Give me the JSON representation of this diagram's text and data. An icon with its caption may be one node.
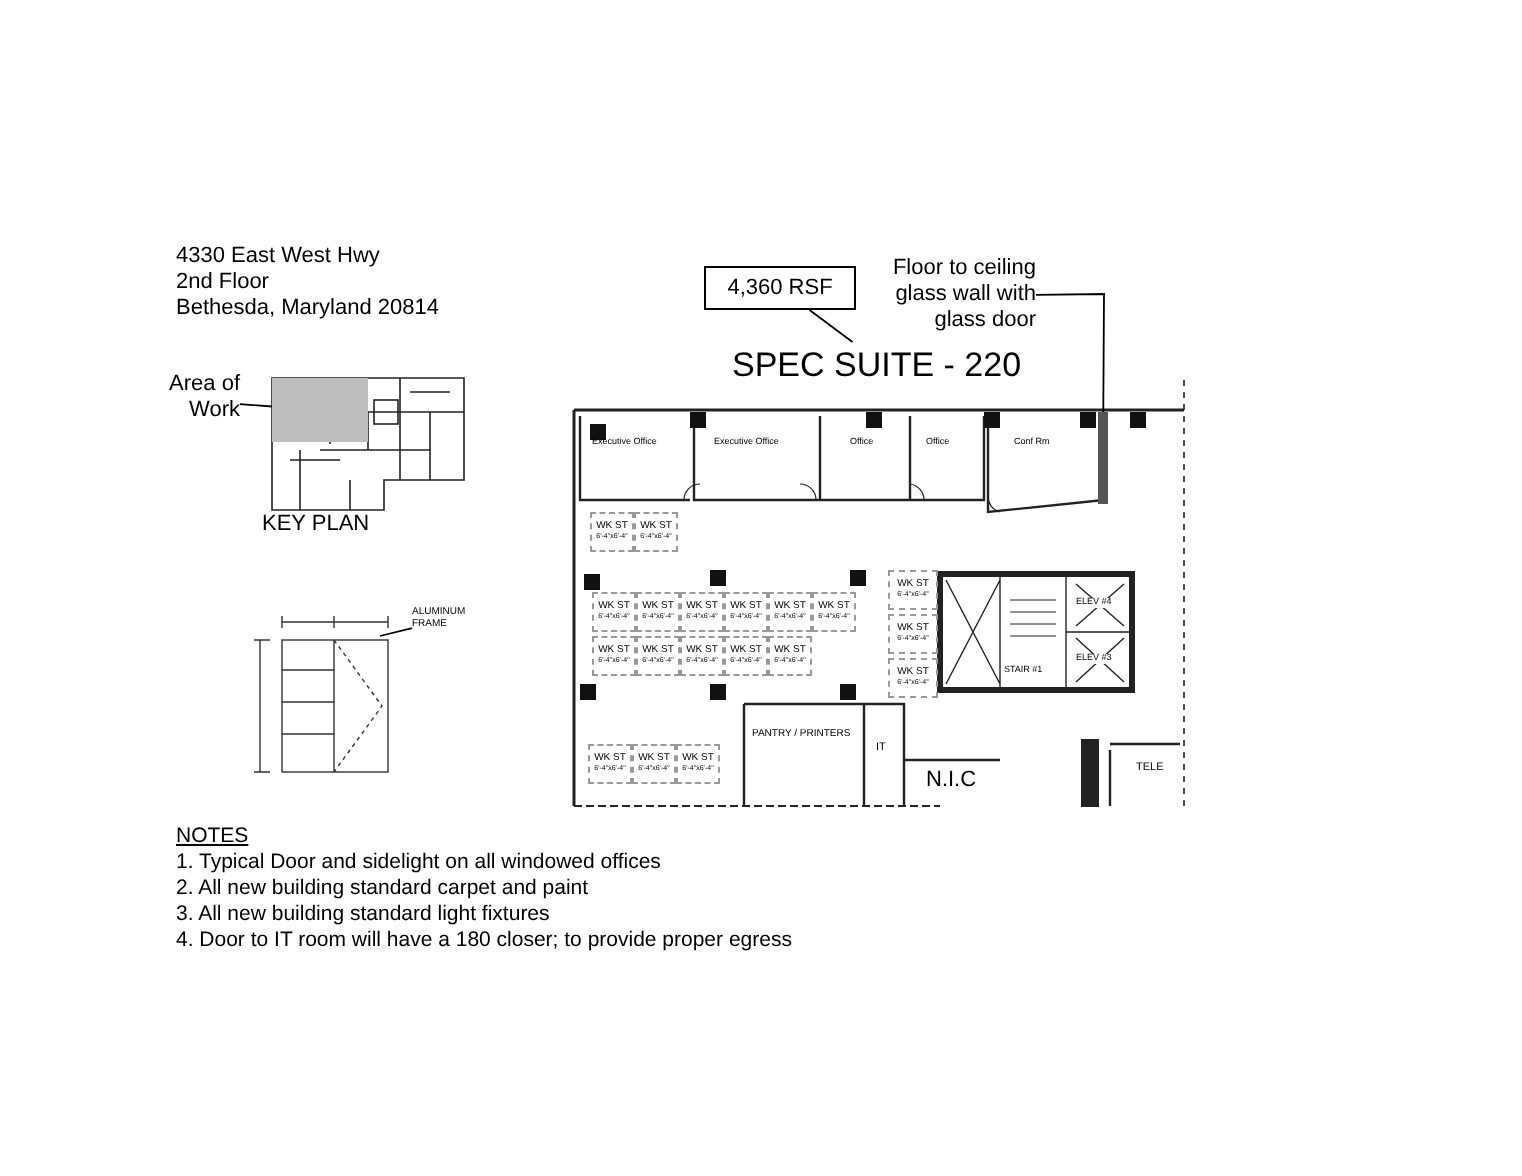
{
  "diagram": {
    "nodes": [
      {
        "text": [
          "4,360 RSF"
        ]
      },
      {
        "text": [
          "SPEC SUITE - 220"
        ]
      },
      {
        "text": [
          "Floor to ceiling glass wall with glass door"
        ]
      },
      {
        "text": [],
        "shape": "bar"
      },
      {
        "text": [
          "Area of Work"
        ]
      },
      {
        "text": [],
        "shape": "box"
      },
      {
        "text": [
          "ALUMINUM FRAME"
        ]
      }
    ],
    "edges": [
      {
        "from": 0,
        "to": 1,
        "arrow": "none"
      },
      {
        "from": 2,
        "to": 3,
        "arrow": "none"
      },
      {
        "from": 4,
        "to": 5,
        "arrow": "none"
      },
      {
        "from": 6,
        "to": null,
        "arrow": "none"
      }
    ],
    "labels": [
      "4330 East West Hwy",
      "2nd Floor",
      "Bethesda, Maryland 20814",
      "KEY PLAN",
      "Executive Office",
      "Executive Office",
      "Office",
      "Office",
      "Conf Rm",
      "WK ST",
      "6'-4\"x6'-4\"",
      "WK ST",
      "6'-4\"x6'-4\"",
      "WK ST",
      "6'-4\"x6'-4\"",
      "WK ST",
      "6'-4\"x6'-4\"",
      "WK ST",
      "6'-4\"x6'-4\"",
      "WK ST",
      "6'-4\"x6'-4\"",
      "WK ST",
      "6'-4\"x6'-4\"",
      "WK ST",
      "6'-4\"x6'-4\"",
      "WK ST",
      "6'-4\"x6'-4\"",
      "WK ST",
      "6'-4\"x6'-4\"",
      "WK ST",
      "6'-4\"x6'-4\"",
      "WK ST",
      "6'-4\"x6'-4\"",
      "WK ST",
      "6'-4\"x6'-4\"",
      "WK ST",
      "6'-4\"x6'-4\"",
      "WK ST",
      "6'-4\"x6'-4\"",
      "WK ST",
      "6'-4\"x6'-4\"",
      "WK ST",
      "6'-4\"x6'-4\"",
      "WK ST",
      "6'-4\"x6'-4\"",
      "WK ST",
      "6'-4\"x6'-4\"",
      "ELEV #4",
      "STAIR #1",
      "ELEV #3",
      "PANTRY / PRINTERS",
      "IT",
      "N.I.C",
      "TELE",
      "NOTES",
      "1. Typical Door and sidelight on all windowed offices",
      "2. All new building standard carpet and paint",
      "3. All new building standard light fixtures",
      "4. Door to IT room will have a 180 closer; to provide proper egress"
    ]
  }
}
